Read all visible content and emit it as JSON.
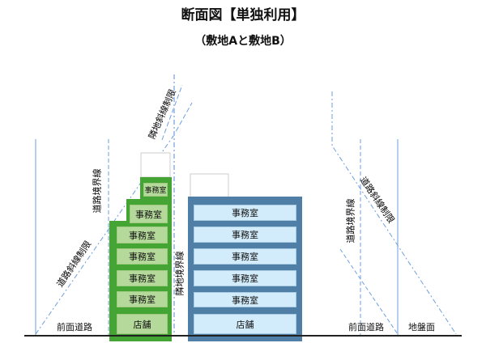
{
  "title": "断面図【単独利用】",
  "subtitle": "（敷地Aと敷地B）",
  "labels": {
    "front_road_left": "前面道路",
    "front_road_right": "前面道路",
    "ground_level": "地盤面",
    "road_boundary_left": "道路境界線",
    "road_boundary_right": "道路境界線",
    "road_slope_left": "道路斜線制限",
    "road_slope_right": "道路斜線制限",
    "neighbor_slope": "隣地斜線制限",
    "neighbor_boundary": "隣地境界線"
  },
  "building_a": {
    "color": "#44a535",
    "rooms": [
      "事務室",
      "事務室",
      "事務室",
      "事務室",
      "事務室",
      "事務室",
      "店舗"
    ]
  },
  "building_b": {
    "color": "#4f7fa6",
    "rooms": [
      "事務室",
      "事務室",
      "事務室",
      "事務室",
      "事務室",
      "店舗"
    ]
  }
}
